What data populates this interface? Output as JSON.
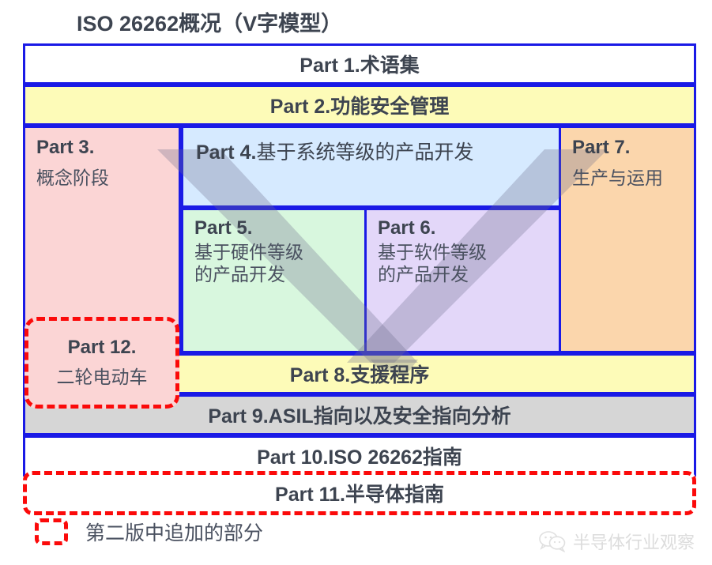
{
  "title": "ISO 26262概况（V字模型）",
  "colors": {
    "frame_border": "#1a1ae6",
    "highlight_dashed": "#fb0a0a",
    "text": "#3d4450",
    "part1_bg": "#ffffff",
    "part2_bg": "#fdfbb8",
    "part3_bg": "#fbd5d5",
    "part4_bg": "#d6eaff",
    "part5_bg": "#d8f7de",
    "part6_bg": "#e3d7f9",
    "part7_bg": "#fbd6ac",
    "part8_bg": "#fdfbb8",
    "part9_bg": "#d6d6d6",
    "part10_bg": "#ffffff",
    "part11_bg": "#ffffff",
    "part12_bg": "#fbd5d5",
    "v_overlay": "#6e6e8c"
  },
  "rows": {
    "part1": {
      "label": "Part 1.术语集",
      "prefix": "Part 1.",
      "name": "术语集"
    },
    "part2": {
      "label": "Part 2.功能安全管理",
      "prefix": "Part 2.",
      "name": "功能安全管理"
    },
    "part8": {
      "label": "Part 8.支援程序",
      "prefix": "Part 8.",
      "name": "支援程序"
    },
    "part9": {
      "label": "Part 9.ASIL指向以及安全指向分析",
      "prefix": "Part 9.",
      "name": "ASIL指向以及安全指向分析"
    },
    "part10": {
      "label": "Part 10.ISO 26262指南",
      "prefix": "Part 10.",
      "name": "ISO 26262指南"
    },
    "part11": {
      "label": "Part 11.半导体指南",
      "prefix": "Part 11.",
      "name": "半导体指南",
      "highlighted": true
    }
  },
  "cells": {
    "part3": {
      "title": "Part 3.",
      "sub": "概念阶段"
    },
    "part4": {
      "title": "Part 4.",
      "sub": "基于系统等级的产品开发"
    },
    "part5": {
      "title": "Part 5.",
      "sub_line1": "基于硬件等级",
      "sub_line2": "的产品开发"
    },
    "part6": {
      "title": "Part 6.",
      "sub_line1": "基于软件等级",
      "sub_line2": "的产品开发"
    },
    "part7": {
      "title": "Part 7.",
      "sub": "生产与运用"
    },
    "part12": {
      "title": "Part 12.",
      "sub": "二轮电动车",
      "highlighted": true
    }
  },
  "legend": {
    "text": "第二版中追加的部分",
    "swatch_icon": "dashed-rounded-box-icon"
  },
  "watermark": {
    "text": "半导体行业观察",
    "icon": "wechat-bubbles-icon"
  }
}
